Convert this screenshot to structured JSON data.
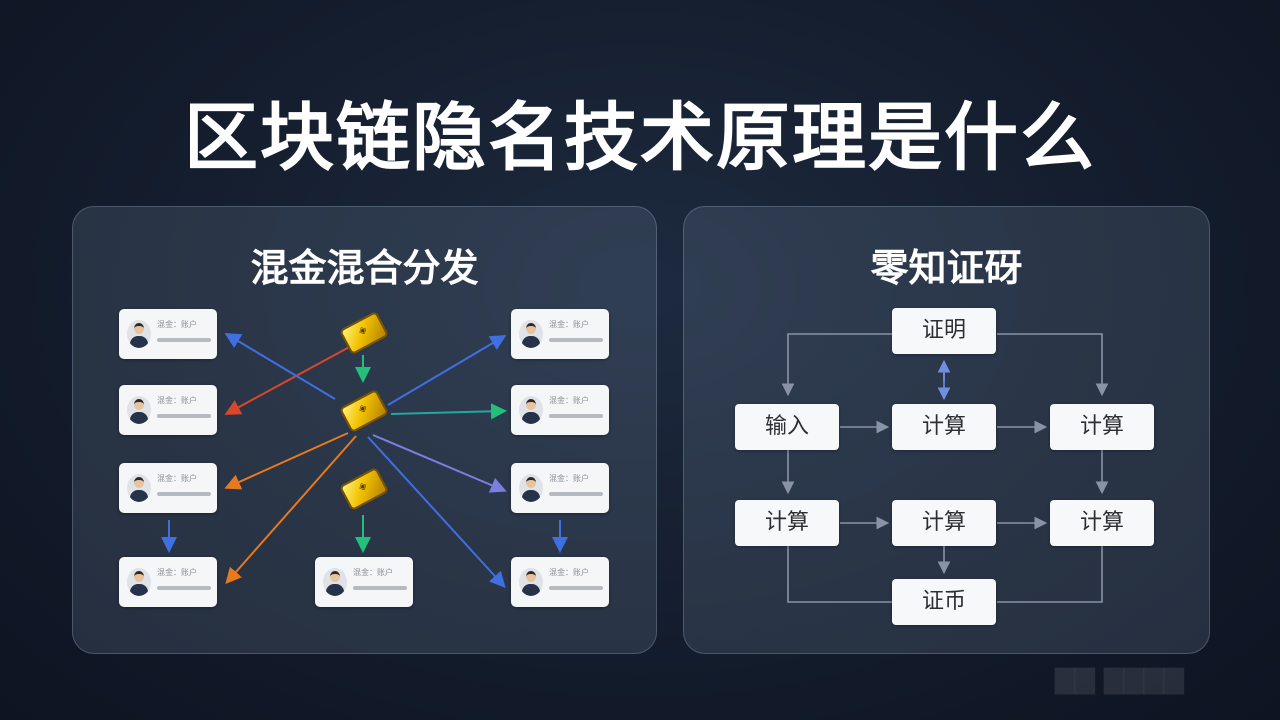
{
  "title": "区块链隐名技术原理是什么",
  "left_panel": {
    "title": "混金混合分发",
    "cards": [
      {
        "text": "混金：账户"
      },
      {
        "text": "混金：账户"
      },
      {
        "text": "混金：账户"
      },
      {
        "text": "混金：账户"
      },
      {
        "text": "混金：账户"
      },
      {
        "text": "混金：账户"
      },
      {
        "text": "混金：账户"
      },
      {
        "text": "混金：账户"
      },
      {
        "text": "混金：账户"
      }
    ],
    "colors": {
      "blue": "#3f6fe0",
      "green": "#22c07a",
      "orange": "#e87a1e",
      "red": "#d9472b",
      "purple": "#7b7fe0"
    }
  },
  "right_panel": {
    "title": "零知证砑",
    "nodes": {
      "proof": "证明",
      "input": "输入",
      "compute_center": "计算",
      "compute_right": "计算",
      "compute_bl": "计算",
      "compute_bc": "计算",
      "compute_br": "计算",
      "coin": "证币"
    }
  }
}
